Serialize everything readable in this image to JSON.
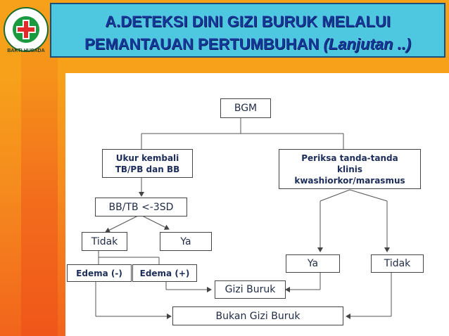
{
  "title": {
    "line1": "A.DETEKSI DINI GIZI BURUK MELALUI",
    "line2_main": "PEMANTAUAN  PERTUMBUHAN",
    "line2_italic": "(Lanjutan ..)"
  },
  "logo": {
    "text": "BAKTI HUSADA"
  },
  "colors": {
    "title_bg": "#4dc8e0",
    "title_text": "#123a9c",
    "background": "#f7a11a"
  },
  "flow": {
    "bgm": "BGM",
    "ukur": "Ukur kembali\nTB/PB dan BB",
    "periksa": "Periksa tanda-tanda\nklinis\nkwashiorkor/marasmus",
    "bbtb": "BB/TB <-3SD",
    "tidak_left": "Tidak",
    "ya_left": "Ya",
    "ya_right": "Ya",
    "tidak_right": "Tidak",
    "edema_neg": "Edema (-)",
    "edema_pos": "Edema (+)",
    "gizi_buruk": "Gizi Buruk",
    "bukan_gizi_buruk": "Bukan Gizi Buruk"
  }
}
